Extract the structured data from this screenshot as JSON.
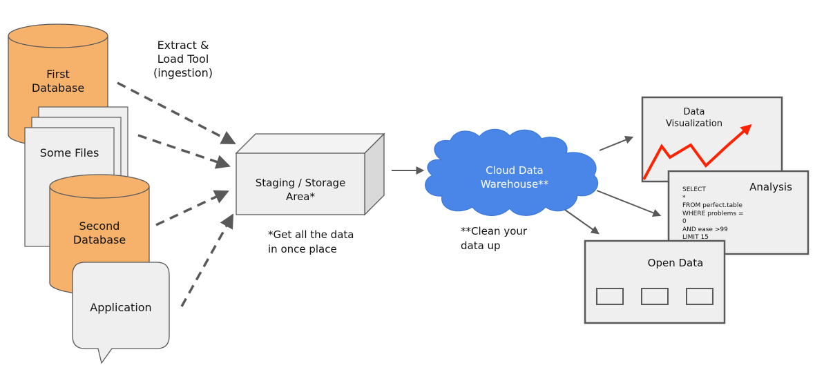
{
  "labels": {
    "first_database": "First\nDatabase",
    "some_files": "Some Files",
    "second_database": "Second\nDatabase",
    "application": "Application",
    "extract_load_tool": "Extract &\nLoad Tool\n(ingestion)",
    "staging_area": "Staging / Storage\nArea*",
    "staging_note": "*Get all the data\nin once place",
    "cloud_warehouse": "Cloud Data\nWarehouse**",
    "cloud_note": "**Clean your\ndata up",
    "data_visualization": "Data\nVisualization",
    "analysis": "Analysis",
    "open_data": "Open Data"
  },
  "sql_lines": [
    "SELECT",
    "*",
    "FROM perfect.table",
    "WHERE problems =",
    "0",
    "AND ease >99",
    "LIMIT 15"
  ],
  "colors": {
    "database_fill": "#f6b26b",
    "cloud_fill": "#4a86e8",
    "box_fill": "#efefef",
    "stroke": "#595959",
    "chart_line": "#ff2200"
  }
}
